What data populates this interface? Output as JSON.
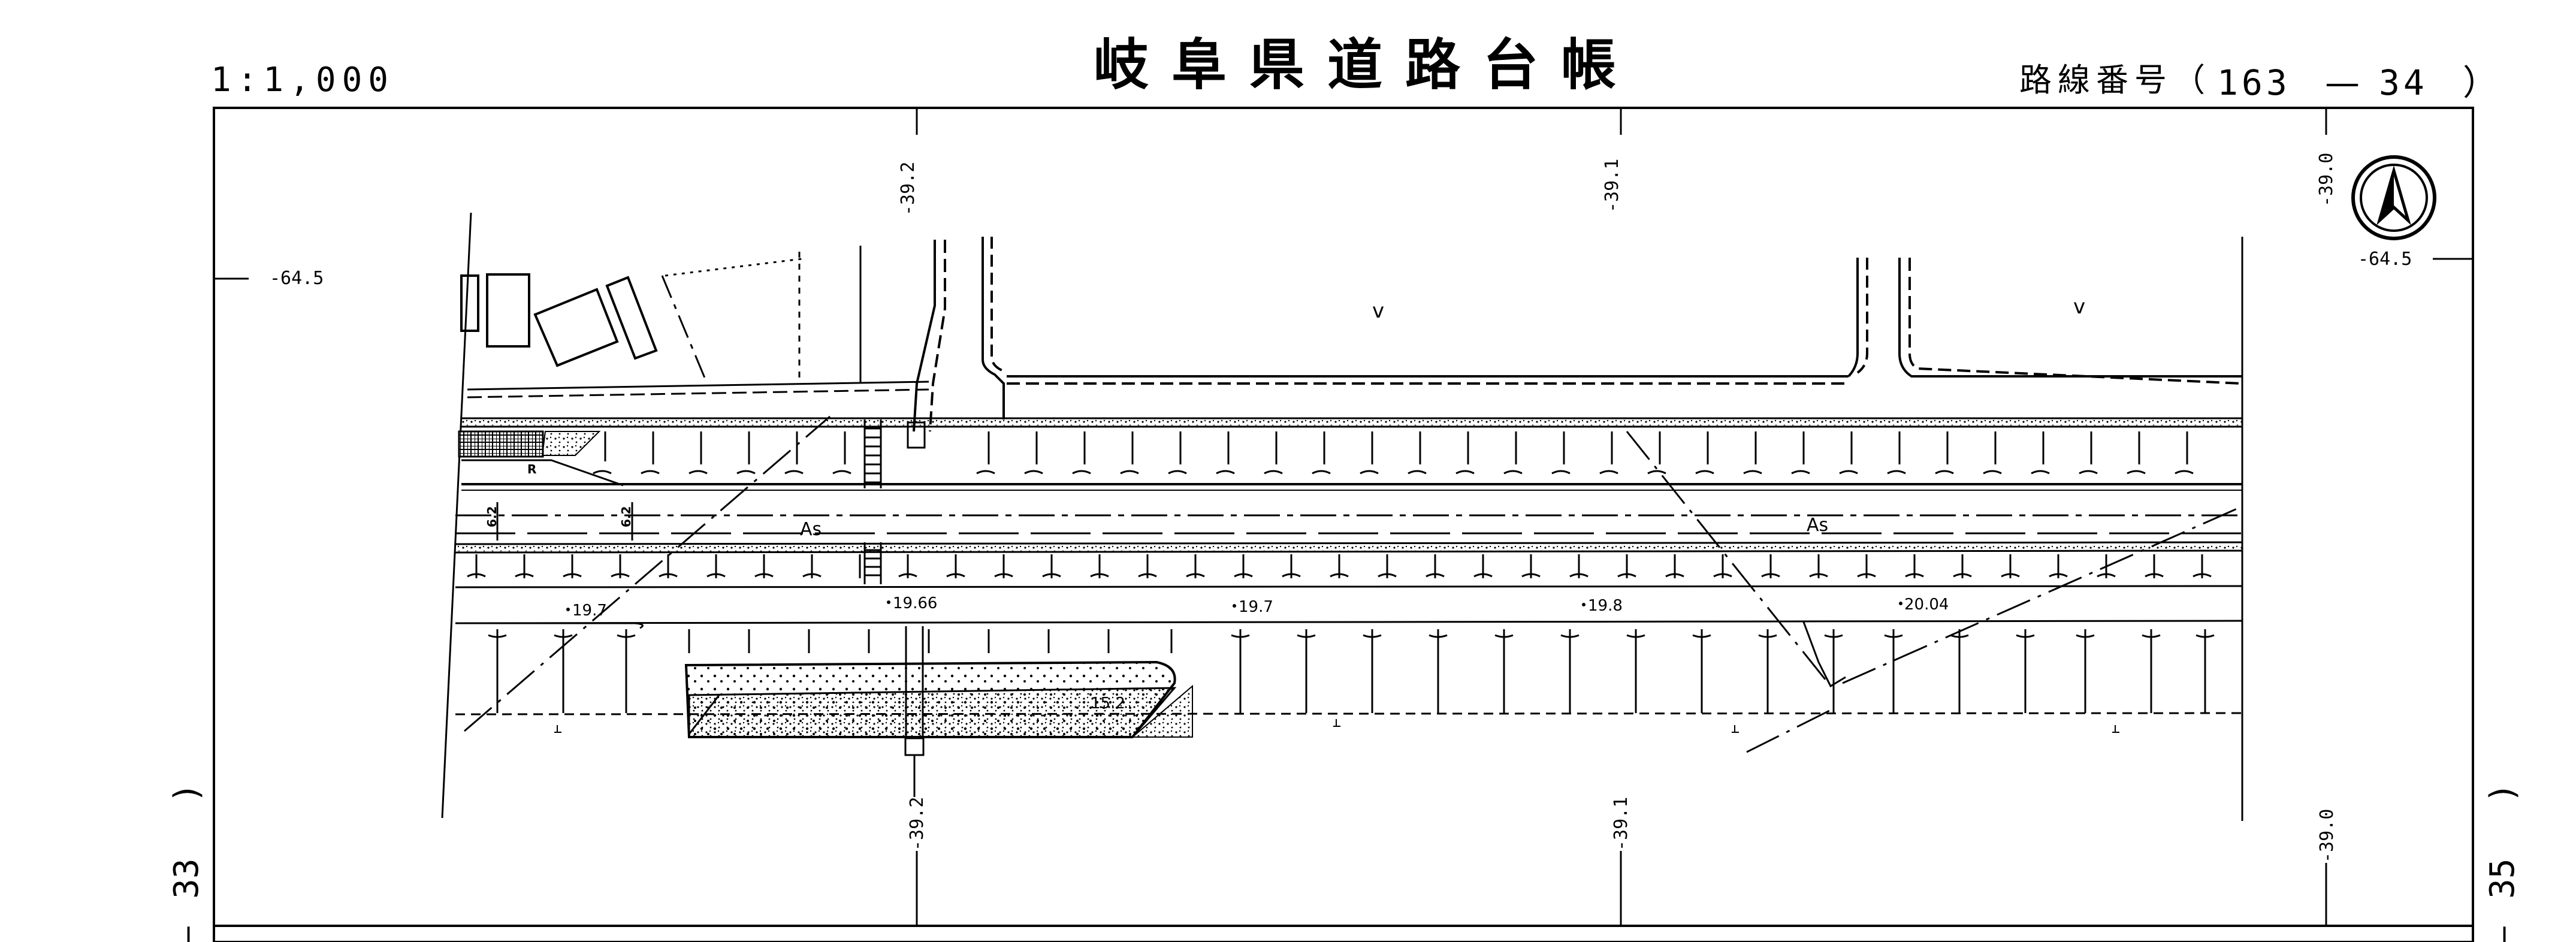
{
  "header": {
    "scale": "1:1,000",
    "title": "岐阜県道路台帳",
    "route_label": "路線番号（",
    "route_main": "163",
    "route_dash": "—",
    "route_sub": "34",
    "route_close": "）"
  },
  "sheet": {
    "left_neighbor": "33",
    "right_neighbor": "35",
    "paren": ")",
    "dash": "—"
  },
  "grid": {
    "x_top": [
      "-39.2",
      "-39.1",
      "-39.0"
    ],
    "x_bottom": [
      "-39.2",
      "-39.1",
      "-39.0"
    ],
    "y_left": "-64.5",
    "y_right": "-64.5"
  },
  "road": {
    "surface_label": "As",
    "widths": [
      "6.2",
      "6.2"
    ],
    "mark_r": "R",
    "elevations": [
      "19.7",
      "19.66",
      "19.7",
      "19.8",
      "20.04",
      "15.2"
    ]
  },
  "north_arrow": {
    "icon": "north-arrow-icon"
  }
}
